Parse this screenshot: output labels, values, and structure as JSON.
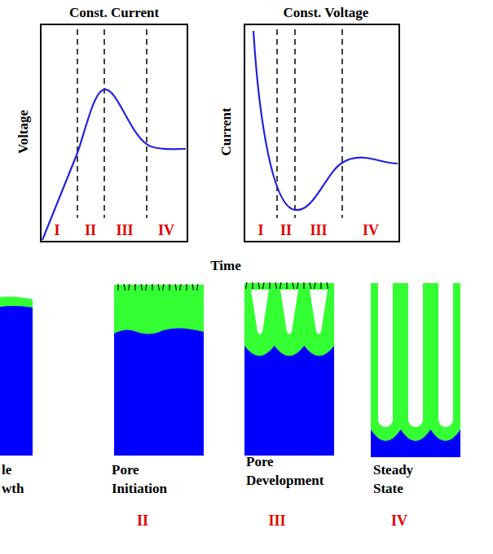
{
  "diagram": {
    "labels": [
      "Const. Current",
      "Const. Voltage",
      "Voltage",
      "Current",
      "I",
      "II",
      "III",
      "IV",
      "I",
      "II",
      "III",
      "IV",
      "Time",
      "le",
      "wth",
      "Pore Initiation",
      "Pore Development",
      "Steady State",
      "II",
      "III",
      "IV"
    ]
  }
}
